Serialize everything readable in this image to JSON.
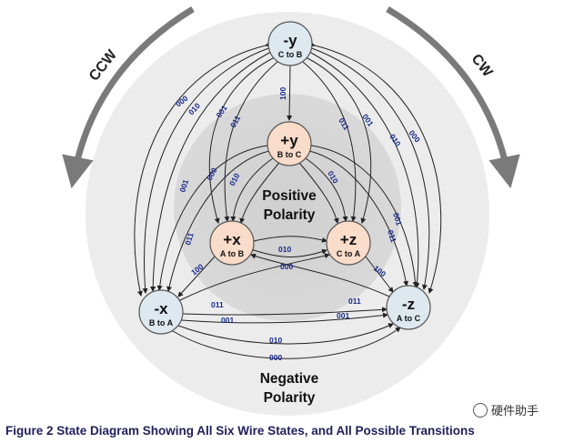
{
  "states": {
    "neg_y": {
      "name": "-y",
      "sub": "C to B",
      "fill": "#dde8ef"
    },
    "pos_y": {
      "name": "+y",
      "sub": "B to C",
      "fill": "#f9dcc9"
    },
    "pos_x": {
      "name": "+x",
      "sub": "A to B",
      "fill": "#f9dcc9"
    },
    "pos_z": {
      "name": "+z",
      "sub": "C to A",
      "fill": "#f9dcc9"
    },
    "neg_x": {
      "name": "-x",
      "sub": "B to A",
      "fill": "#dde8ef"
    },
    "neg_z": {
      "name": "-z",
      "sub": "A to C",
      "fill": "#dde8ef"
    }
  },
  "regions": {
    "positive": {
      "line1": "Positive",
      "line2": "Polarity"
    },
    "negative": {
      "line1": "Negative",
      "line2": "Polarity"
    }
  },
  "directions": {
    "ccw": "CCW",
    "cw": "CW"
  },
  "edge_labels": {
    "neg_y_pos_y": "100",
    "neg_y_pos_x_000": "000",
    "neg_y_pos_x_010": "010",
    "neg_y_pos_x_001": "001",
    "neg_y_neg_x_011": "011",
    "neg_y_pos_z_011": "011",
    "neg_y_pos_z_001": "001",
    "neg_y_neg_z_010": "010",
    "neg_y_neg_z_000": "000",
    "pos_y_pos_x_000": "000",
    "pos_y_pos_x_010": "010",
    "pos_y_neg_x_001": "001",
    "pos_y_pos_z_010": "010",
    "pos_y_neg_z_001": "001",
    "pos_y_neg_z_011": "011",
    "pos_x_pos_z_010": "010",
    "pos_x_pos_z_000": "000",
    "pos_x_neg_x": "100",
    "pos_z_neg_z": "100",
    "neg_x_pos_z_011": "011",
    "neg_x_neg_z_011": "011",
    "neg_x_neg_z_001": "001",
    "neg_x_neg_z_001b": "001",
    "neg_x_neg_z_010": "010",
    "neg_x_neg_z_000": "000"
  },
  "colors": {
    "edge_label": "#1a2a8c",
    "outer_disc": "#ececec",
    "inner_disc": "#d6d6d6",
    "arrow": "#222222",
    "caption": "#1f1f5c"
  },
  "caption": "Figure 2 State Diagram Showing All Six Wire States, and All Possible Transitions",
  "watermark": "硬件助手"
}
